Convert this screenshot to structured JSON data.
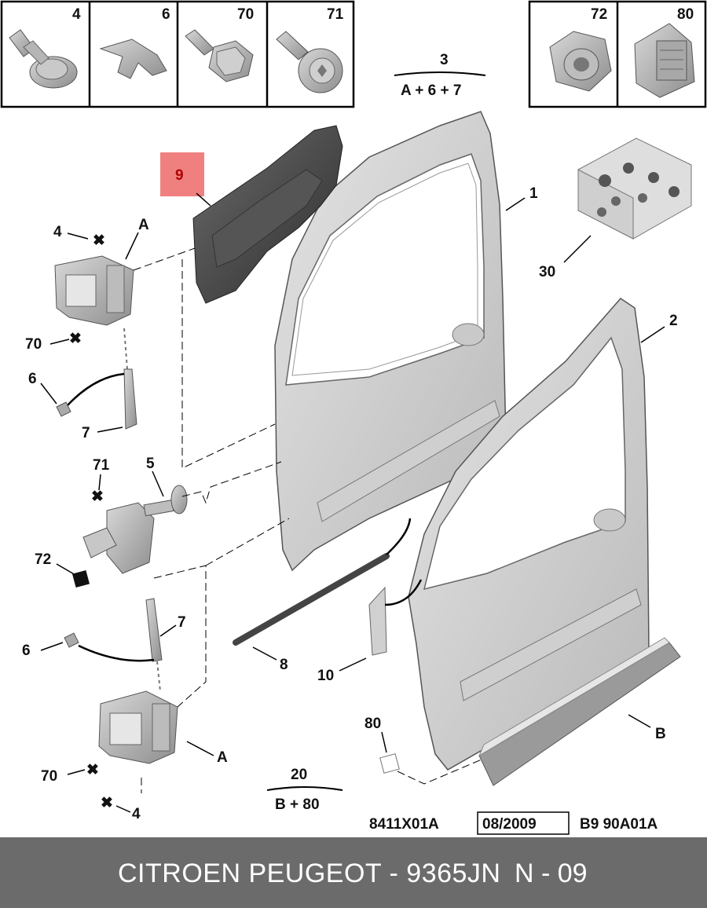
{
  "fastener_box_left": {
    "labels": [
      "4",
      "6",
      "70",
      "71"
    ]
  },
  "fastener_box_right": {
    "labels": [
      "72",
      "80"
    ]
  },
  "callouts": {
    "c1": "1",
    "c2": "2",
    "c3": "3",
    "c3_formula": "A + 6 + 7",
    "c4_top": "4",
    "c4_bottom": "4",
    "c5": "5",
    "c6_top": "6",
    "c6_bottom": "6",
    "c7_top": "7",
    "c7_bottom": "7",
    "c8": "8",
    "c9": "9",
    "c10": "10",
    "c20": "20",
    "c20_formula": "B + 80",
    "c30": "30",
    "c70_top": "70",
    "c70_bottom": "70",
    "c71": "71",
    "c72": "72",
    "c80": "80",
    "cA_top": "A",
    "cA_bottom": "A",
    "cB": "B"
  },
  "codes": {
    "ref1": "8411X01A",
    "date": "08/2009",
    "ref2": "B9 90A01A"
  },
  "highlight_color": "#f08080",
  "footer": {
    "title": "CITROEN PEUGEOT - 9365JN",
    "page": "N - 09"
  }
}
